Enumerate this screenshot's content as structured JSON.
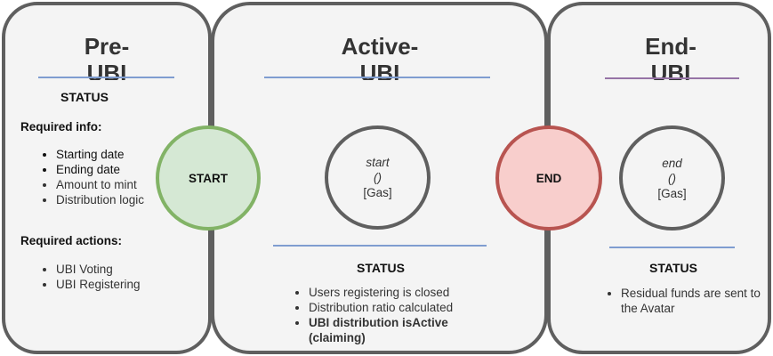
{
  "colors": {
    "panel_border": "#5f5f5f",
    "panel_fill": "#f4f4f4",
    "start_border": "#82b366",
    "start_fill": "#d5e8d4",
    "end_border": "#b85450",
    "end_fill": "#f8cecc",
    "divider_blue": "#7f9dd0",
    "divider_purple": "#9673a6"
  },
  "pre": {
    "title": "Pre-\nUBI",
    "status": "STATUS",
    "required_info_heading": "Required info:",
    "required_info": [
      "Starting date",
      "Ending date",
      "Amount to mint",
      "Distribution logic"
    ],
    "required_actions_heading": "Required actions:",
    "required_actions": [
      "UBI Voting",
      "UBI Registering"
    ]
  },
  "start": {
    "label": "START"
  },
  "active": {
    "title": "Active-\nUBI",
    "fn_name": "start",
    "fn_parens": "()",
    "fn_gas": "[Gas]",
    "status": "STATUS",
    "items": [
      "Users registering is closed",
      "Distribution ratio calculated",
      "UBI distribution isActive (claiming)"
    ]
  },
  "end_marker": {
    "label": "END"
  },
  "end": {
    "title": "End-\nUBI",
    "fn_name": "end",
    "fn_parens": "()",
    "fn_gas": "[Gas]",
    "status": "STATUS",
    "items": [
      "Residual funds are sent to the Avatar"
    ]
  }
}
